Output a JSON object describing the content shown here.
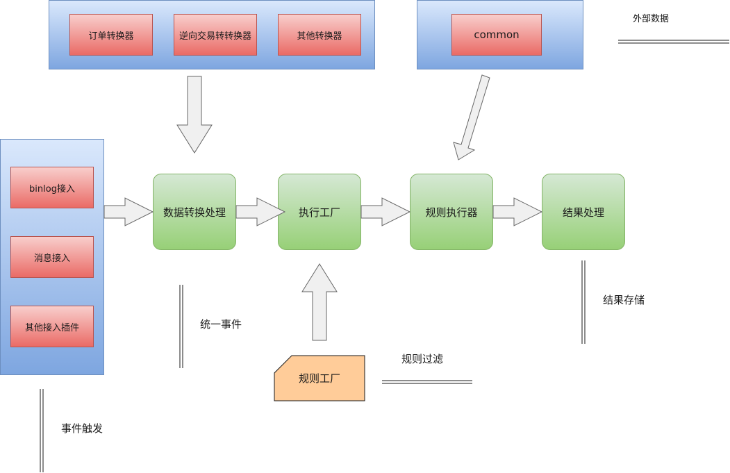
{
  "external_data": {
    "converters": [
      "订单转换器",
      "逆向交易转转换器",
      "其他转换器"
    ],
    "common": "common",
    "legend_label": "外部数据"
  },
  "event_sources": {
    "items": [
      "binlog接入",
      "消息接入",
      "其他接入插件"
    ],
    "legend_label": "事件触发"
  },
  "pipeline": {
    "steps": [
      "数据转换处理",
      "执行工厂",
      "规则执行器",
      "结果处理"
    ]
  },
  "rule_factory": "规则工厂",
  "annotations": {
    "unified_event": "统一事件",
    "rule_filter": "规则过滤",
    "result_storage": "结果存储"
  },
  "colors": {
    "blue_group": "#dae8fc",
    "red_box": "#f8cecc",
    "green_box": "#d5e8d4",
    "orange_card": "#ffcc99",
    "arrow_fill": "#f0f0f0"
  }
}
